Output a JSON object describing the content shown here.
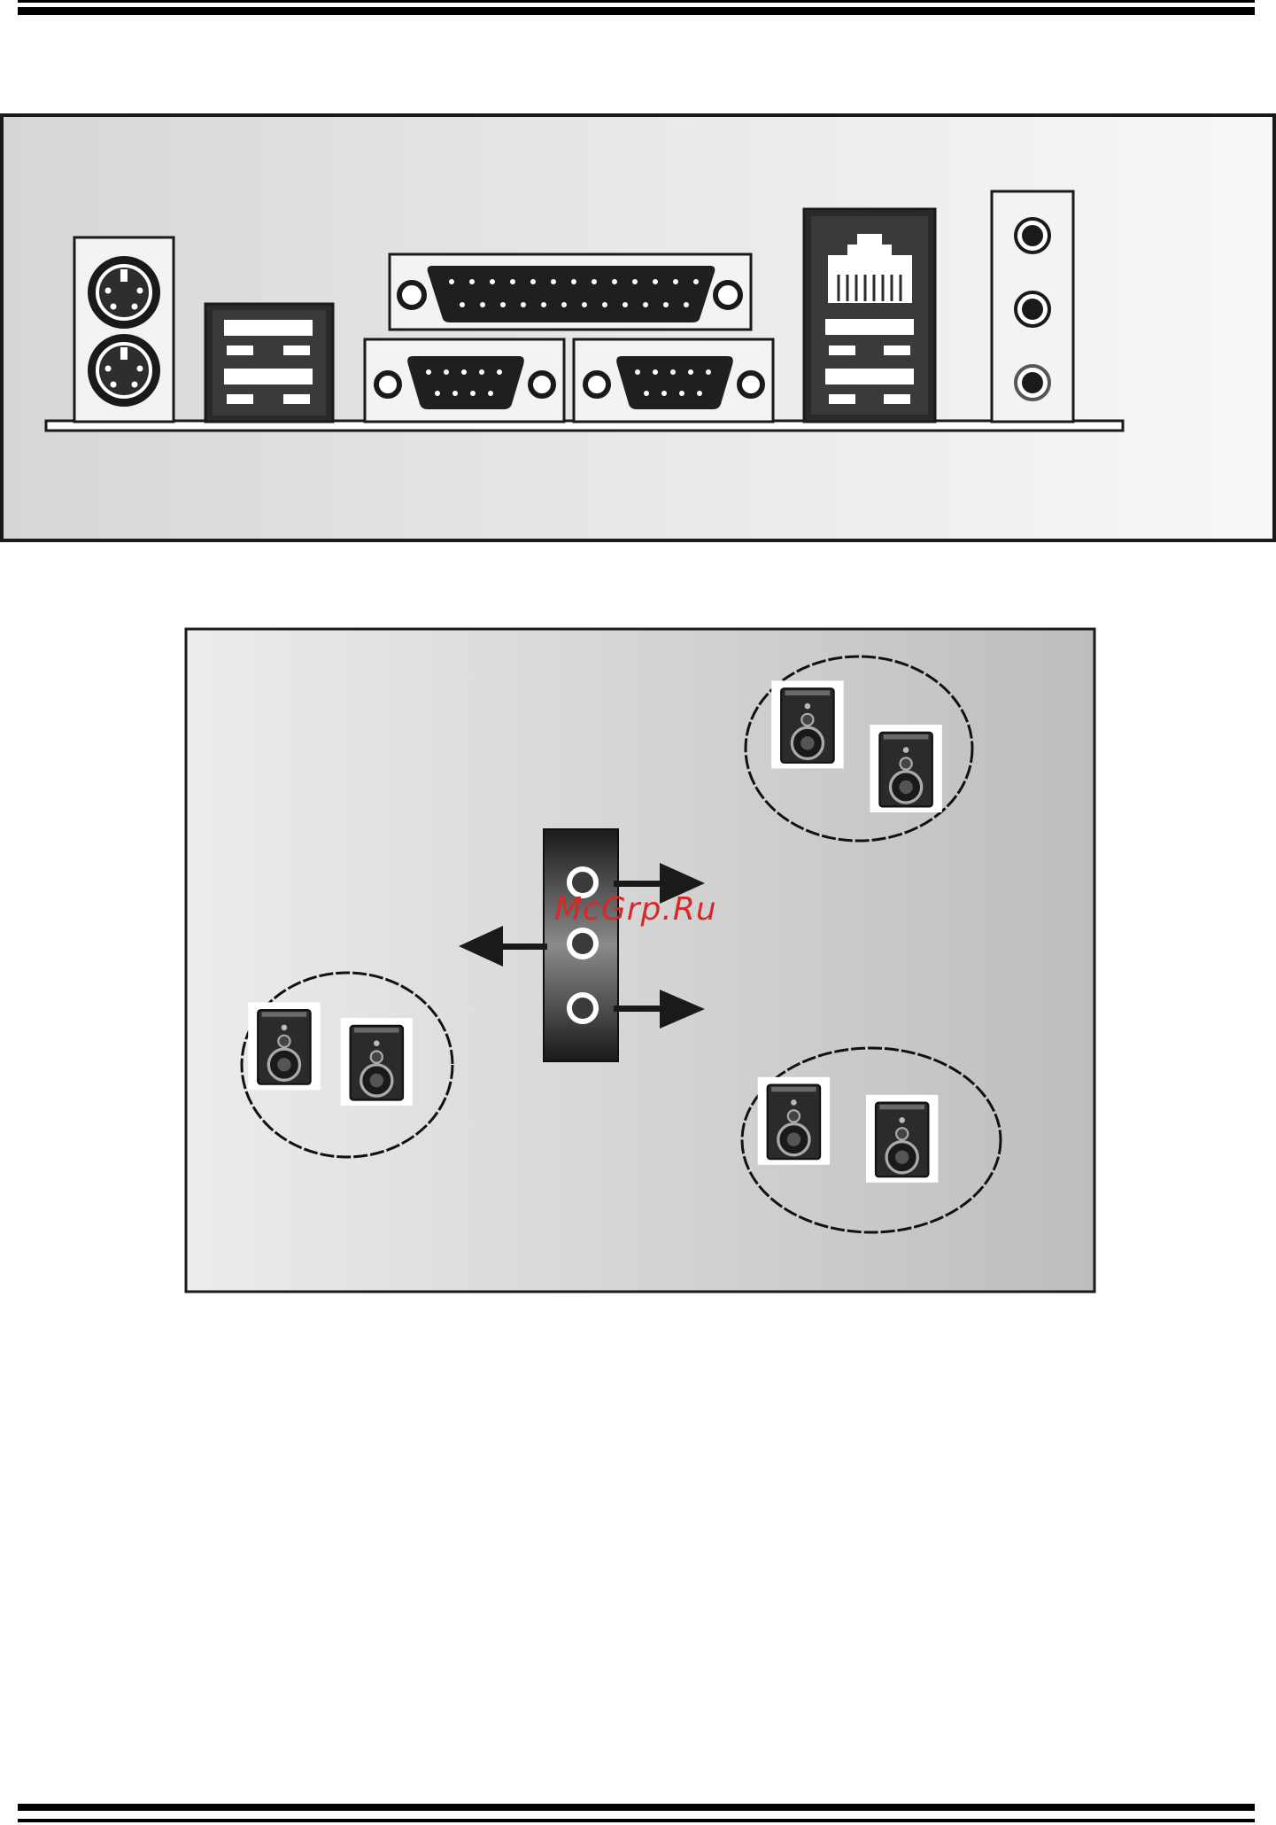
{
  "document": {
    "watermark_text": "McGrp.Ru"
  },
  "rear_panel": {
    "ports": [
      {
        "id": "ps2-keyboard",
        "icon": "ps2-port-icon"
      },
      {
        "id": "ps2-mouse",
        "icon": "ps2-port-icon"
      },
      {
        "id": "usb-pair-1",
        "icon": "usb-port-icon"
      },
      {
        "id": "parallel-port",
        "icon": "db25-port-icon"
      },
      {
        "id": "serial-port-1",
        "icon": "db9-port-icon"
      },
      {
        "id": "serial-port-2",
        "icon": "db9-port-icon"
      },
      {
        "id": "lan-port",
        "icon": "rj45-port-icon"
      },
      {
        "id": "usb-pair-2",
        "icon": "usb-port-icon"
      },
      {
        "id": "audio-jacks",
        "icon": "audio-jack-icon",
        "count": 3
      }
    ]
  },
  "speaker_diagram": {
    "audio_jacks": 3,
    "speaker_groups": [
      {
        "id": "front-speakers",
        "icon": "speaker-icon",
        "count": 2
      },
      {
        "id": "rear-speakers",
        "icon": "speaker-icon",
        "count": 2
      },
      {
        "id": "center-subwoofer-speakers",
        "icon": "speaker-icon",
        "count": 2
      }
    ],
    "arrows": [
      "arrow-right-icon",
      "arrow-left-icon",
      "arrow-right-icon"
    ],
    "colors": {
      "panel_light": "#e8e8e8",
      "panel_dark": "#bdbdbd",
      "line": "#1a1a1a"
    }
  }
}
